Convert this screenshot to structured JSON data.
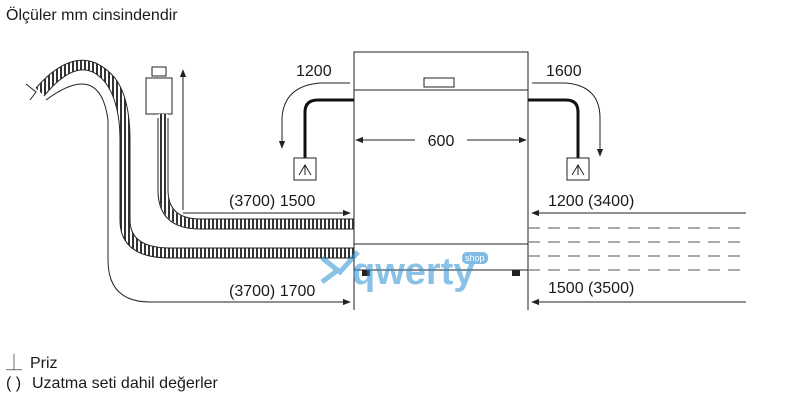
{
  "title": "Ölçüler mm cinsindendir",
  "dimensions": {
    "outlet_left": "1200",
    "outlet_right": "1600",
    "width": "600",
    "upper_left": "(3700) 1500",
    "lower_left": "(3700) 1700",
    "upper_right": "1200 (3400)",
    "lower_right": "1500 (3500)"
  },
  "legend": {
    "socket_symbol": "⏊",
    "socket_label": "Priz",
    "brackets_symbol": "( )",
    "brackets_label": "Uzatma seti dahil değerler"
  },
  "watermark": {
    "brand": "qwerty",
    "badge": "shop"
  }
}
